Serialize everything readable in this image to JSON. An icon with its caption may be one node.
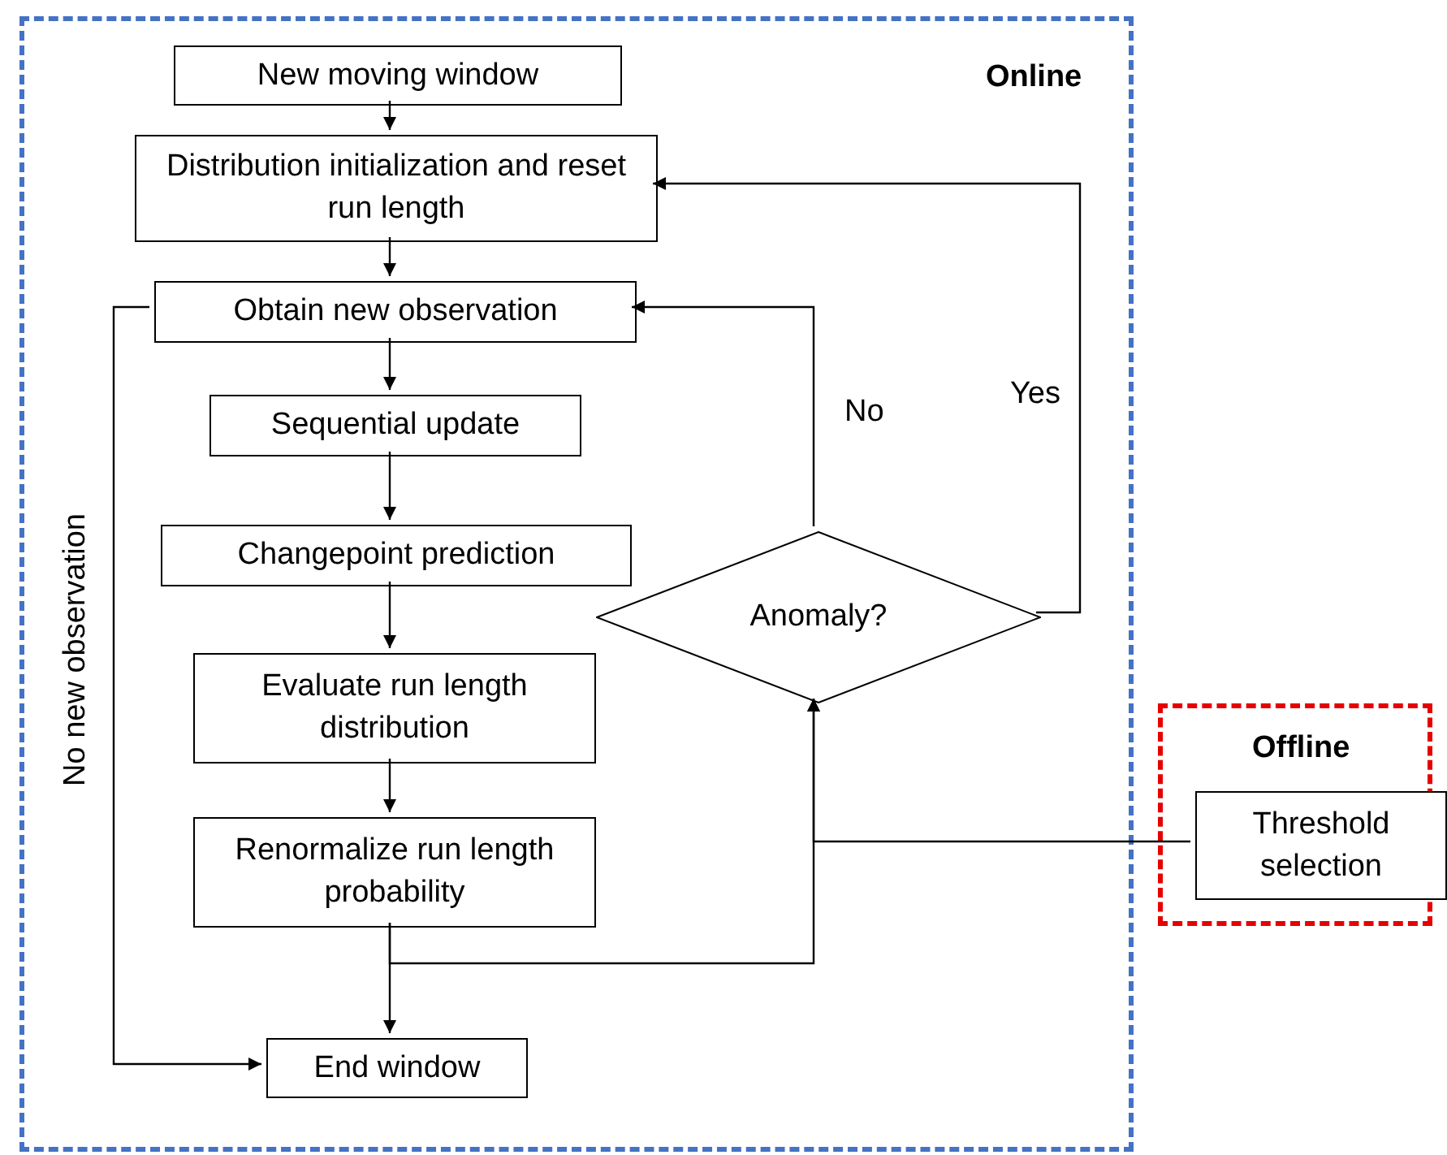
{
  "diagram": {
    "nodes": [
      {
        "text": [
          "Online"
        ]
      },
      {
        "text": [
          "New moving window"
        ],
        "in": 0
      },
      {
        "text": [
          "Distribution initialization and reset run length"
        ],
        "in": 0
      },
      {
        "text": [
          "Obtain new observation"
        ],
        "in": 0
      },
      {
        "text": [
          "Sequential update"
        ],
        "in": 0
      },
      {
        "text": [
          "Changepoint prediction"
        ],
        "in": 0
      },
      {
        "text": [
          "Evaluate run length distribution"
        ],
        "in": 0
      },
      {
        "text": [
          "Renormalize run length probability"
        ],
        "in": 0
      },
      {
        "text": [
          "End window"
        ],
        "in": 0
      },
      {
        "text": [
          "Anomaly?"
        ],
        "in": 0
      },
      {
        "text": [
          "Offline"
        ]
      },
      {
        "text": [
          "Threshold selection"
        ],
        "in": 10
      }
    ],
    "edges": [
      {
        "from": 1,
        "to": 2,
        "arrow": "to"
      },
      {
        "from": 2,
        "to": 3,
        "arrow": "to"
      },
      {
        "from": 3,
        "to": 4,
        "arrow": "to"
      },
      {
        "from": 4,
        "to": 5,
        "arrow": "to"
      },
      {
        "from": 5,
        "to": 6,
        "arrow": "to"
      },
      {
        "from": 6,
        "to": 7,
        "arrow": "to"
      },
      {
        "from": 7,
        "to": 8,
        "arrow": "to"
      },
      {
        "from": 7,
        "to": 9,
        "arrow": "to"
      },
      {
        "from": 11,
        "to": 9,
        "arrow": "to"
      },
      {
        "from": 9,
        "to": 3,
        "arrow": "to",
        "label": "No"
      },
      {
        "from": 9,
        "to": 2,
        "arrow": "to",
        "label": "Yes"
      },
      {
        "from": 3,
        "to": 8,
        "arrow": "to",
        "label": "No new observation"
      }
    ]
  }
}
